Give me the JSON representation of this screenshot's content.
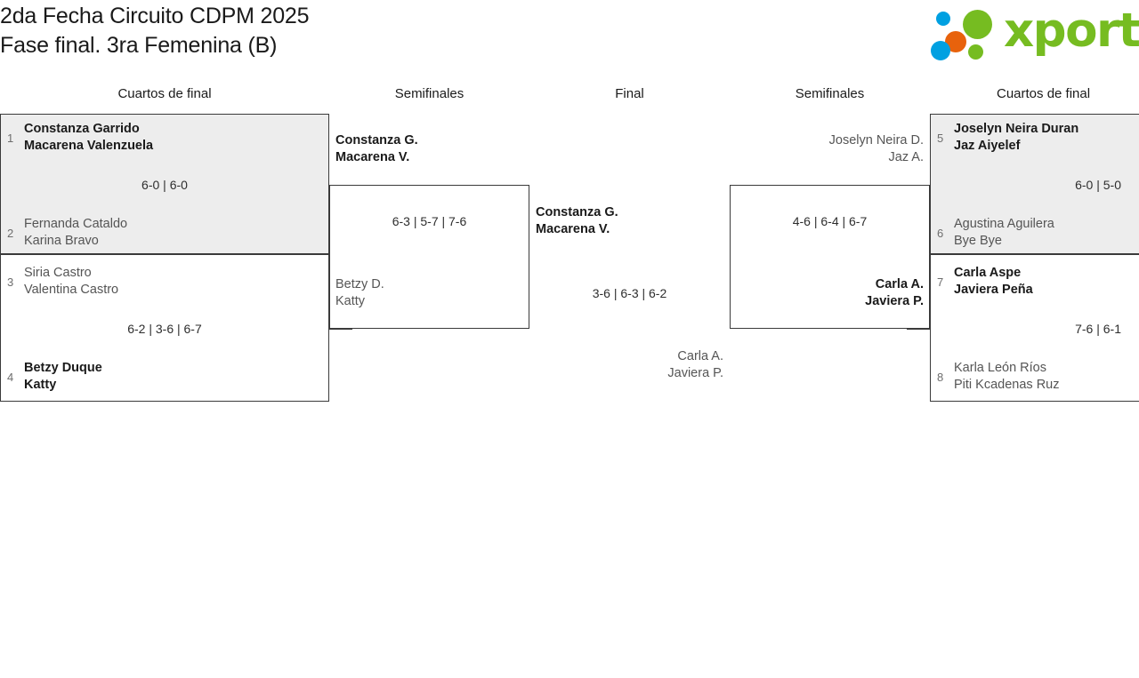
{
  "header": {
    "title_line1": "2da Fecha Circuito CDPM 2025",
    "title_line2": "Fase final. 3ra Femenina (B)",
    "logo_text": "xporty",
    "logo_colors": {
      "green": "#76bc21",
      "orange": "#e8620c",
      "blue": "#00a0e1"
    }
  },
  "rounds": {
    "qf_left_label": "Cuartos de final",
    "sf_left_label": "Semifinales",
    "final_label": "Final",
    "sf_right_label": "Semifinales",
    "qf_right_label": "Cuartos de final"
  },
  "bracket": {
    "quarterfinals_left": [
      {
        "seed_a": "1",
        "team_a_line1": "Constanza Garrido",
        "team_a_line2": "Macarena Valenzuela",
        "team_a_winner": true,
        "seed_b": "2",
        "team_b_line1": "Fernanda Cataldo",
        "team_b_line2": "Karina Bravo",
        "team_b_winner": false,
        "score": "6-0 | 6-0"
      },
      {
        "seed_a": "3",
        "team_a_line1": "Siria Castro",
        "team_a_line2": "Valentina Castro",
        "team_a_winner": false,
        "seed_b": "4",
        "team_b_line1": "Betzy Duque",
        "team_b_line2": "Katty",
        "team_b_winner": true,
        "score": "6-2 | 3-6 | 6-7"
      }
    ],
    "semifinal_left": {
      "team_a_line1": "Constanza G.",
      "team_a_line2": "Macarena V.",
      "team_a_winner": true,
      "team_b_line1": "Betzy D.",
      "team_b_line2": "Katty",
      "team_b_winner": false,
      "score": "6-3 | 5-7 | 7-6"
    },
    "final": {
      "team_a_line1": "Constanza G.",
      "team_a_line2": "Macarena V.",
      "team_a_winner": true,
      "team_b_line1": "Carla A.",
      "team_b_line2": "Javiera P.",
      "team_b_winner": false,
      "score": "3-6 | 6-3 | 6-2"
    },
    "semifinal_right": {
      "team_a_line1": "Joselyn Neira D.",
      "team_a_line2": "Jaz A.",
      "team_a_winner": false,
      "team_b_line1": "Carla A.",
      "team_b_line2": "Javiera P.",
      "team_b_winner": true,
      "score": "4-6 | 6-4 | 6-7"
    },
    "quarterfinals_right": [
      {
        "seed_a": "5",
        "team_a_line1": "Joselyn Neira Duran",
        "team_a_line2": "Jaz Aiyelef",
        "team_a_winner": true,
        "seed_b": "6",
        "team_b_line1": "Agustina Aguilera",
        "team_b_line2": "Bye Bye",
        "team_b_winner": false,
        "score": "6-0 | 5-0"
      },
      {
        "seed_a": "7",
        "team_a_line1": "Carla Aspe",
        "team_a_line2": "Javiera Peña",
        "team_a_winner": true,
        "seed_b": "8",
        "team_b_line1": "Karla León Ríos",
        "team_b_line2": "Piti Kcadenas Ruz",
        "team_b_winner": false,
        "score": "7-6 | 6-1"
      }
    ]
  }
}
